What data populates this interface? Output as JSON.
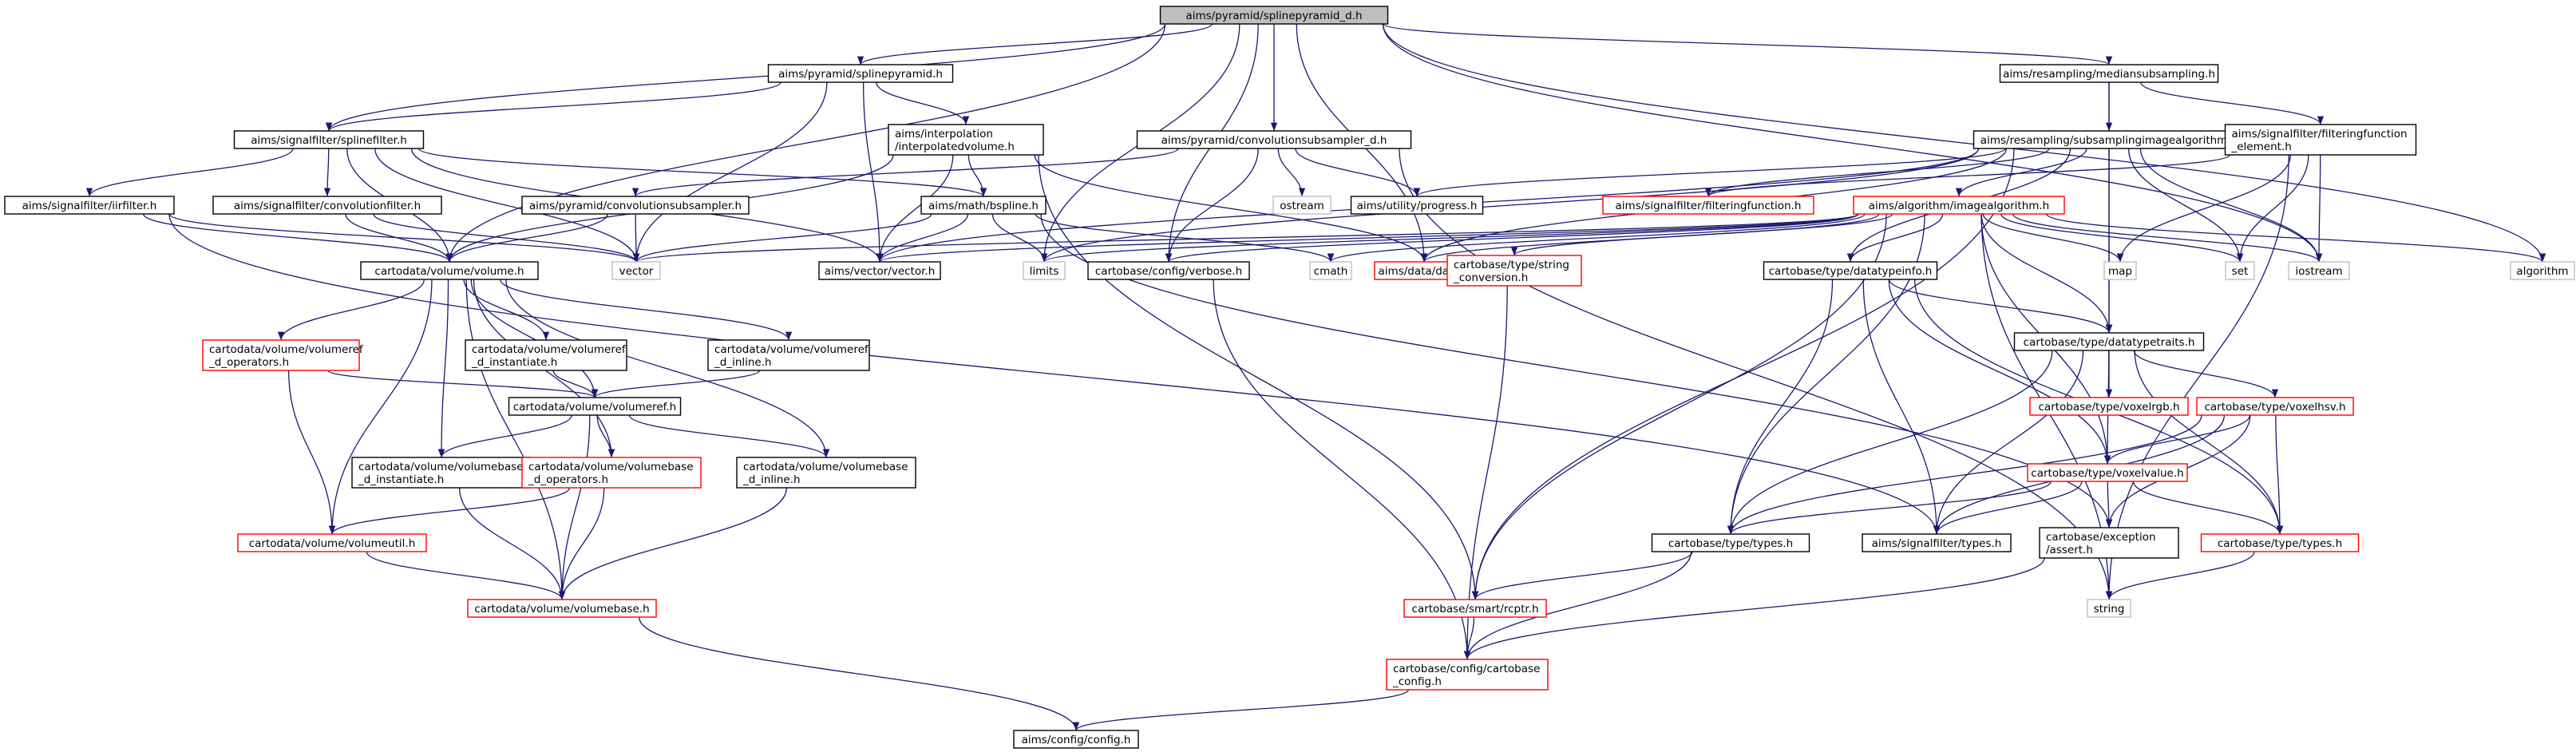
{
  "colors": {
    "edge": "#191970",
    "normal_border": "#000000",
    "missing_border": "#ff0000",
    "system_border": "#bfbfbf",
    "root_fill": "#bfbfbf",
    "node_fill": "#ffffff"
  },
  "nodes": [
    {
      "id": "root",
      "lines": [
        "aims/pyramid/splinepyramid_d.h"
      ],
      "kind": "root"
    },
    {
      "id": "sp",
      "lines": [
        "aims/pyramid/splinepyramid.h"
      ],
      "kind": "normal"
    },
    {
      "id": "ms",
      "lines": [
        "aims/resampling/mediansubsampling.h"
      ],
      "kind": "normal"
    },
    {
      "id": "sf",
      "lines": [
        "aims/signalfilter/splinefilter.h"
      ],
      "kind": "normal"
    },
    {
      "id": "iv",
      "lines": [
        "aims/interpolation",
        "/interpolatedvolume.h"
      ],
      "kind": "normal"
    },
    {
      "id": "csd",
      "lines": [
        "aims/pyramid/convolutionsubsampler_d.h"
      ],
      "kind": "normal"
    },
    {
      "id": "ssi",
      "lines": [
        "aims/resampling/subsamplingimagealgorithm.h"
      ],
      "kind": "normal"
    },
    {
      "id": "ffe",
      "lines": [
        "aims/signalfilter/filteringfunction",
        "_element.h"
      ],
      "kind": "normal"
    },
    {
      "id": "iir",
      "lines": [
        "aims/signalfilter/iirfilter.h"
      ],
      "kind": "normal"
    },
    {
      "id": "cf",
      "lines": [
        "aims/signalfilter/convolutionfilter.h"
      ],
      "kind": "normal"
    },
    {
      "id": "bs",
      "lines": [
        "aims/math/bspline.h"
      ],
      "kind": "normal"
    },
    {
      "id": "cs",
      "lines": [
        "aims/pyramid/convolutionsubsampler.h"
      ],
      "kind": "normal"
    },
    {
      "id": "ostream",
      "lines": [
        "ostream"
      ],
      "kind": "system"
    },
    {
      "id": "prog",
      "lines": [
        "aims/utility/progress.h"
      ],
      "kind": "normal"
    },
    {
      "id": "ff",
      "lines": [
        "aims/signalfilter/filteringfunction.h"
      ],
      "kind": "missing"
    },
    {
      "id": "ia",
      "lines": [
        "aims/algorithm/imagealgorithm.h"
      ],
      "kind": "missing"
    },
    {
      "id": "vol",
      "lines": [
        "cartodata/volume/volume.h"
      ],
      "kind": "normal"
    },
    {
      "id": "vector",
      "lines": [
        "vector"
      ],
      "kind": "system"
    },
    {
      "id": "vv",
      "lines": [
        "aims/vector/vector.h"
      ],
      "kind": "normal"
    },
    {
      "id": "limits",
      "lines": [
        "limits"
      ],
      "kind": "system"
    },
    {
      "id": "verbose",
      "lines": [
        "cartobase/config/verbose.h"
      ],
      "kind": "normal"
    },
    {
      "id": "cmath",
      "lines": [
        "cmath"
      ],
      "kind": "system"
    },
    {
      "id": "data",
      "lines": [
        "aims/data/data.h"
      ],
      "kind": "missing"
    },
    {
      "id": "strconv",
      "lines": [
        "cartobase/type/string",
        "_conversion.h"
      ],
      "kind": "missing"
    },
    {
      "id": "dti",
      "lines": [
        "cartobase/type/datatypeinfo.h"
      ],
      "kind": "normal"
    },
    {
      "id": "map",
      "lines": [
        "map"
      ],
      "kind": "system"
    },
    {
      "id": "set",
      "lines": [
        "set"
      ],
      "kind": "system"
    },
    {
      "id": "iostream",
      "lines": [
        "iostream"
      ],
      "kind": "system"
    },
    {
      "id": "algorithm",
      "lines": [
        "algorithm"
      ],
      "kind": "system"
    },
    {
      "id": "dtt",
      "lines": [
        "cartobase/type/datatypetraits.h"
      ],
      "kind": "normal"
    },
    {
      "id": "vro",
      "lines": [
        "cartodata/volume/volumeref",
        "_d_operators.h"
      ],
      "kind": "missing"
    },
    {
      "id": "vri",
      "lines": [
        "cartodata/volume/volumeref",
        "_d_instantiate.h"
      ],
      "kind": "normal"
    },
    {
      "id": "vrin",
      "lines": [
        "cartodata/volume/volumeref",
        "_d_inline.h"
      ],
      "kind": "normal"
    },
    {
      "id": "vref",
      "lines": [
        "cartodata/volume/volumeref.h"
      ],
      "kind": "normal"
    },
    {
      "id": "vrgb",
      "lines": [
        "cartobase/type/voxelrgb.h"
      ],
      "kind": "missing"
    },
    {
      "id": "vhsv",
      "lines": [
        "cartobase/type/voxelhsv.h"
      ],
      "kind": "missing"
    },
    {
      "id": "vbi",
      "lines": [
        "cartodata/volume/volumebase",
        "_d_instantiate.h"
      ],
      "kind": "normal"
    },
    {
      "id": "vbo",
      "lines": [
        "cartodata/volume/volumebase",
        "_d_operators.h"
      ],
      "kind": "missing"
    },
    {
      "id": "vbin",
      "lines": [
        "cartodata/volume/volumebase",
        "_d_inline.h"
      ],
      "kind": "normal"
    },
    {
      "id": "vval",
      "lines": [
        "cartobase/type/voxelvalue.h"
      ],
      "kind": "missing"
    },
    {
      "id": "vutil",
      "lines": [
        "cartodata/volume/volumeutil.h"
      ],
      "kind": "missing"
    },
    {
      "id": "types",
      "lines": [
        "cartobase/type/types.h"
      ],
      "kind": "normal"
    },
    {
      "id": "sftypes",
      "lines": [
        "aims/signalfilter/types.h"
      ],
      "kind": "normal"
    },
    {
      "id": "assert",
      "lines": [
        "cartobase/exception",
        "/assert.h"
      ],
      "kind": "normal"
    },
    {
      "id": "types2",
      "lines": [
        "cartobase/type/types.h"
      ],
      "kind": "missing"
    },
    {
      "id": "vbase",
      "lines": [
        "cartodata/volume/volumebase.h"
      ],
      "kind": "missing"
    },
    {
      "id": "rcptr",
      "lines": [
        "cartobase/smart/rcptr.h"
      ],
      "kind": "missing"
    },
    {
      "id": "string",
      "lines": [
        "string"
      ],
      "kind": "system"
    },
    {
      "id": "cbconfig",
      "lines": [
        "cartobase/config/cartobase",
        "_config.h"
      ],
      "kind": "missing"
    },
    {
      "id": "config",
      "lines": [
        "aims/config/config.h"
      ],
      "kind": "normal"
    }
  ],
  "edges": [
    [
      "root",
      "sp"
    ],
    [
      "root",
      "ms"
    ],
    [
      "root",
      "csd"
    ],
    [
      "root",
      "sf"
    ],
    [
      "root",
      "vol"
    ],
    [
      "root",
      "limits"
    ],
    [
      "root",
      "verbose"
    ],
    [
      "root",
      "data"
    ],
    [
      "root",
      "iostream"
    ],
    [
      "root",
      "algorithm"
    ],
    [
      "sp",
      "sf"
    ],
    [
      "sp",
      "iv"
    ],
    [
      "sp",
      "vv"
    ],
    [
      "sp",
      "vector"
    ],
    [
      "ms",
      "ssi"
    ],
    [
      "ms",
      "ffe"
    ],
    [
      "ms",
      "dtt"
    ],
    [
      "sf",
      "iir"
    ],
    [
      "sf",
      "cf"
    ],
    [
      "sf",
      "bs"
    ],
    [
      "sf",
      "vol"
    ],
    [
      "sf",
      "vv"
    ],
    [
      "sf",
      "vector"
    ],
    [
      "iv",
      "bs"
    ],
    [
      "iv",
      "vol"
    ],
    [
      "iv",
      "vv"
    ],
    [
      "iv",
      "data"
    ],
    [
      "iv",
      "rcptr"
    ],
    [
      "csd",
      "cs"
    ],
    [
      "csd",
      "ostream"
    ],
    [
      "csd",
      "prog"
    ],
    [
      "csd",
      "verbose"
    ],
    [
      "csd",
      "string"
    ],
    [
      "ssi",
      "ff"
    ],
    [
      "ssi",
      "ia"
    ],
    [
      "ssi",
      "prog"
    ],
    [
      "ssi",
      "data"
    ],
    [
      "ssi",
      "vv"
    ],
    [
      "ssi",
      "dti"
    ],
    [
      "ssi",
      "dtt"
    ],
    [
      "ssi",
      "set"
    ],
    [
      "ssi",
      "iostream"
    ],
    [
      "ssi",
      "limits"
    ],
    [
      "ssi",
      "rcptr"
    ],
    [
      "ffe",
      "ff"
    ],
    [
      "ffe",
      "map"
    ],
    [
      "ffe",
      "set"
    ],
    [
      "ffe",
      "iostream"
    ],
    [
      "ffe",
      "string"
    ],
    [
      "iir",
      "vol"
    ],
    [
      "iir",
      "vector"
    ],
    [
      "iir",
      "sftypes"
    ],
    [
      "cf",
      "vol"
    ],
    [
      "cf",
      "vector"
    ],
    [
      "bs",
      "vector"
    ],
    [
      "bs",
      "vv"
    ],
    [
      "bs",
      "limits"
    ],
    [
      "bs",
      "cmath"
    ],
    [
      "bs",
      "assert"
    ],
    [
      "cs",
      "vol"
    ],
    [
      "cs",
      "vector"
    ],
    [
      "ia",
      "vector"
    ],
    [
      "ia",
      "vv"
    ],
    [
      "ia",
      "limits"
    ],
    [
      "ia",
      "verbose"
    ],
    [
      "ia",
      "cmath"
    ],
    [
      "ia",
      "data"
    ],
    [
      "ia",
      "strconv"
    ],
    [
      "ia",
      "dti"
    ],
    [
      "ia",
      "dtt"
    ],
    [
      "ia",
      "map"
    ],
    [
      "ia",
      "set"
    ],
    [
      "ia",
      "iostream"
    ],
    [
      "ia",
      "algorithm"
    ],
    [
      "ia",
      "types"
    ],
    [
      "ia",
      "vval"
    ],
    [
      "ia",
      "rcptr"
    ],
    [
      "ia",
      "string"
    ],
    [
      "vol",
      "vro"
    ],
    [
      "vol",
      "vri"
    ],
    [
      "vol",
      "vrin"
    ],
    [
      "vol",
      "vref"
    ],
    [
      "vol",
      "vbi"
    ],
    [
      "vol",
      "vbo"
    ],
    [
      "vol",
      "vbin"
    ],
    [
      "vol",
      "vutil"
    ],
    [
      "vol",
      "vbase"
    ],
    [
      "vro",
      "vref"
    ],
    [
      "vro",
      "vutil"
    ],
    [
      "vri",
      "vref"
    ],
    [
      "vrin",
      "vref"
    ],
    [
      "vref",
      "vbi"
    ],
    [
      "vref",
      "vbo"
    ],
    [
      "vref",
      "vbin"
    ],
    [
      "vref",
      "vbase"
    ],
    [
      "vbi",
      "vbase"
    ],
    [
      "vbo",
      "vbase"
    ],
    [
      "vbo",
      "vutil"
    ],
    [
      "vbin",
      "vbase"
    ],
    [
      "vutil",
      "vbase"
    ],
    [
      "vbase",
      "config"
    ],
    [
      "verbose",
      "cbconfig"
    ],
    [
      "strconv",
      "cbconfig"
    ],
    [
      "dti",
      "dtt"
    ],
    [
      "dti",
      "types"
    ],
    [
      "dti",
      "vval"
    ],
    [
      "dti",
      "sftypes"
    ],
    [
      "dti",
      "types2"
    ],
    [
      "dtt",
      "vrgb"
    ],
    [
      "dtt",
      "vhsv"
    ],
    [
      "dtt",
      "vval"
    ],
    [
      "dtt",
      "types"
    ],
    [
      "dtt",
      "sftypes"
    ],
    [
      "dtt",
      "types2"
    ],
    [
      "vhsv",
      "vval"
    ],
    [
      "vhsv",
      "types"
    ],
    [
      "vhsv",
      "sftypes"
    ],
    [
      "vhsv",
      "assert"
    ],
    [
      "vhsv",
      "types2"
    ],
    [
      "vval",
      "types"
    ],
    [
      "vval",
      "sftypes"
    ],
    [
      "vval",
      "assert"
    ],
    [
      "vval",
      "types2"
    ],
    [
      "types",
      "rcptr"
    ],
    [
      "types",
      "cbconfig"
    ],
    [
      "types2",
      "string"
    ],
    [
      "assert",
      "cbconfig"
    ],
    [
      "rcptr",
      "cbconfig"
    ],
    [
      "cbconfig",
      "config"
    ]
  ]
}
